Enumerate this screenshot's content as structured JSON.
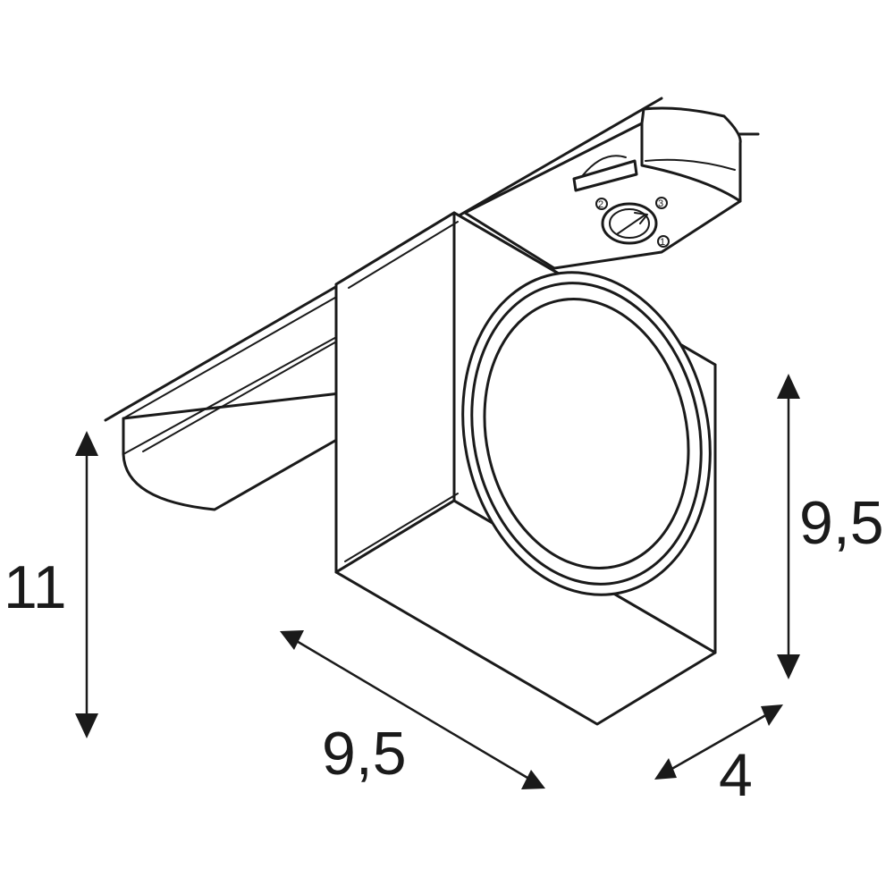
{
  "dimensions": {
    "height_total": "11",
    "width_front": "9,5",
    "height_front": "9,5",
    "depth": "4"
  },
  "adapter_markings": [
    "2",
    "3",
    "1"
  ],
  "colors": {
    "line": "#1a1a1a",
    "background": "#ffffff"
  }
}
